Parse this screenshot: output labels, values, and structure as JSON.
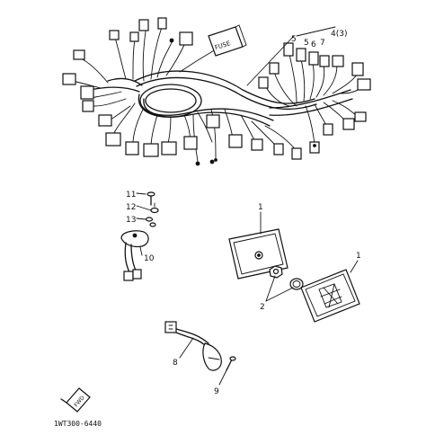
{
  "callouts": {
    "c1a": "1",
    "c1b": "1",
    "c2": "2",
    "c4": "4(3)",
    "c5": "5",
    "c6": "6",
    "c7": "7",
    "c8": "8",
    "c9": "9",
    "c10": "10",
    "c11": "11",
    "c12": "12",
    "c13": "13"
  },
  "fuse_label": "FUSE",
  "fwd_label": "FWD",
  "diagram_code": "1WT300-6440"
}
